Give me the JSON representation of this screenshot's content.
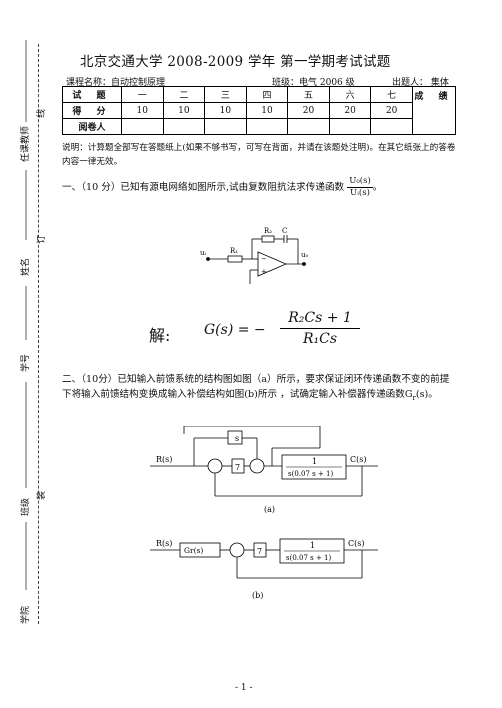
{
  "side": {
    "teacher_label": "任课教师",
    "line_label": "线",
    "name_label": "姓名",
    "ding_label": "订",
    "id_label": "学号",
    "class_label": "班级",
    "zhuang_label": "装",
    "college_label": "学院"
  },
  "header": {
    "title": "北京交通大学  2008-2009 学年  第一学期考试试题",
    "course": "课程名称：自动控制原理",
    "class_info": "班级：电气 2006 级",
    "setter": "出题人： 集体"
  },
  "score_table": {
    "row1_label": "试 题",
    "questions": [
      "一",
      "二",
      "三",
      "四",
      "五",
      "六",
      "七"
    ],
    "total_label": "成 绩",
    "row2_label": "得 分",
    "points": [
      "10",
      "10",
      "10",
      "10",
      "20",
      "20",
      "20"
    ],
    "row3_label": "阅卷人"
  },
  "note": "说明：计算题全部写在答题纸上(如果不够书写，可写在背面，并请在该题处注明)。在其它纸张上的答卷内容一律无效。",
  "q1": {
    "text": "一、（10 分）已知有源电网络如图所示,试由复数阻抗法求传递函数",
    "frac_num": "U₀(s)",
    "frac_den": "Uᵢ(s)",
    "end": "。",
    "circuit": {
      "r2": "R₂",
      "c": "C",
      "r1": "R₁",
      "ui": "uᵢ",
      "uo": "u₀",
      "minus": "−",
      "plus": "+"
    },
    "solution_label": "解:",
    "solution_lhs": "G(s) = −",
    "solution_num": "R₂Cs + 1",
    "solution_den": "R₁Cs"
  },
  "q2": {
    "text": "二、（10分）已知输入前馈系统的结构图如图（a）所示，要求保证闭环传递函数不变的前提下将输入前馈结构变换成输入补偿结构如图(b)所示  ，试确定输入补偿器传递函数G",
    "text_sub": "r",
    "text_end": "(s)。",
    "diagram_a": {
      "input": "R(s)",
      "feed": "s",
      "gain": "7",
      "plant_num": "1",
      "plant_den": "s(0.07 s + 1)",
      "output": "C(s)",
      "caption": "(a)"
    },
    "diagram_b": {
      "input": "R(s)",
      "comp": "Gr(s)",
      "gain": "7",
      "plant_num": "1",
      "plant_den": "s(0.07 s + 1)",
      "output": "C(s)",
      "caption": "(b)"
    }
  },
  "footer": {
    "page": "- 1 -"
  }
}
